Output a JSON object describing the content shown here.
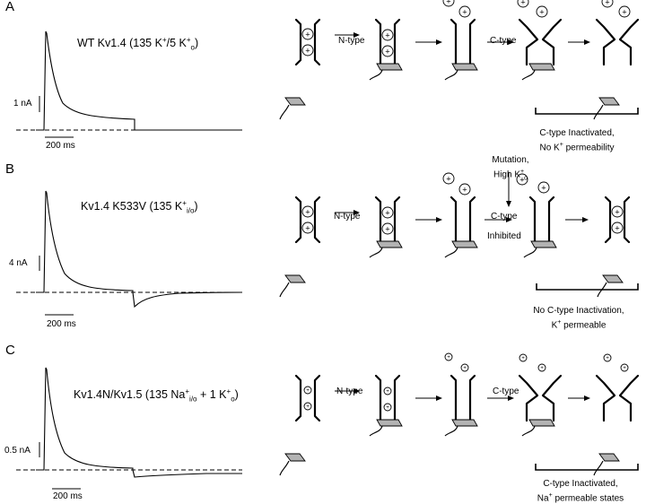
{
  "panels": [
    {
      "label": "A",
      "title_main": "WT Kv1.4  (135 K",
      "title_sup1": "+",
      "title_mid": "/5 K",
      "title_sup2": "+",
      "title_sub2": "o",
      "title_end": ")",
      "amp_scale": "1 nA",
      "time_scale": "200 ms",
      "steps": [
        "N-type",
        "C-type"
      ],
      "note_line1": "C-type Inactivated,",
      "note_line2a": "No K",
      "note_line2sup": "+",
      "note_line2b": " permeability"
    },
    {
      "label": "B",
      "title_main": "Kv1.4 K533V (135 K",
      "title_sup1": "+",
      "title_sub1": "i/o",
      "title_end": ")",
      "amp_scale": "4 nA",
      "time_scale": "200 ms",
      "steps": [
        "N-type",
        "C-type",
        "Inhibited"
      ],
      "condition_line1": "Mutation,",
      "condition_line2a": "High K",
      "condition_line2sup": "+",
      "condition_line2sub": "o",
      "note_line1": "No C-type Inactivation,",
      "note_line2a": "K",
      "note_line2sup": "+",
      "note_line2b": " permeable"
    },
    {
      "label": "C",
      "title_main": "Kv1.4N/Kv1.5 (135 Na",
      "title_sup1": "+",
      "title_sub1": "i/o",
      "title_mid": " + 1 K",
      "title_sup2": "+",
      "title_sub2": "o",
      "title_end": ")",
      "amp_scale": "0.5 nA",
      "time_scale": "200 ms",
      "steps": [
        "N-type",
        "C-type"
      ],
      "note_line1": "C-type Inactivated,",
      "note_line2a": "Na",
      "note_line2sup": "+",
      "note_line2b": " permeable states"
    }
  ],
  "ion_symbol": "+"
}
